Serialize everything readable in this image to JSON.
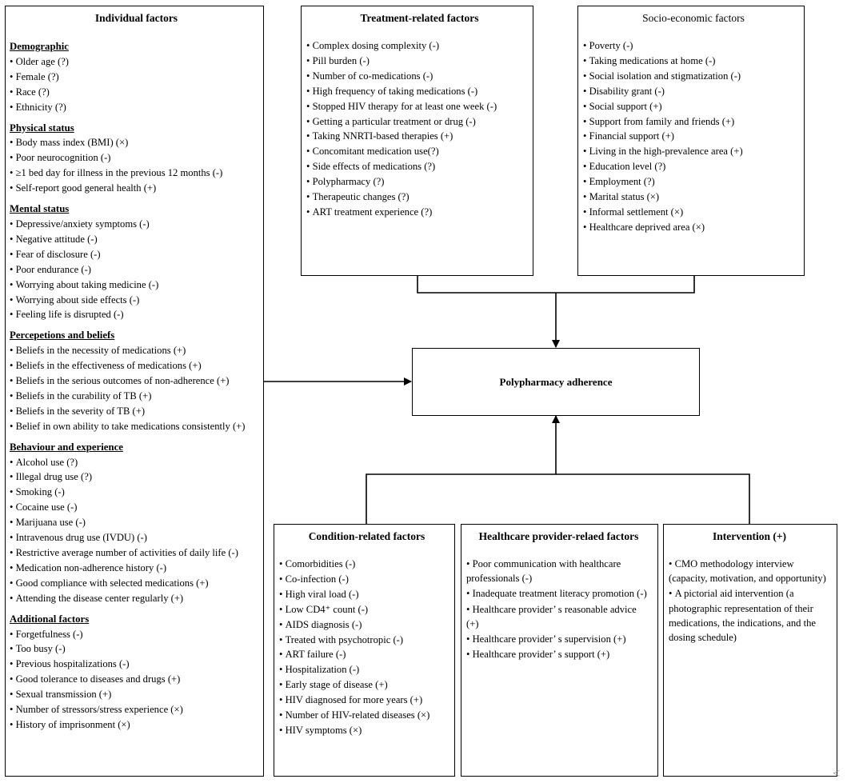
{
  "individual": {
    "title": "Individual factors",
    "sections": [
      {
        "heading": "Demographic",
        "items": [
          "Older age (?)",
          "Female (?)",
          "Race (?)",
          "Ethnicity (?)"
        ]
      },
      {
        "heading": "Physical status",
        "items": [
          "Body mass index (BMI) (×)",
          "Poor neurocognition (-)",
          "≥1 bed day for illness in the previous 12 months (-)",
          "Self-report good general health (+)"
        ]
      },
      {
        "heading": "Mental status",
        "items": [
          "Depressive/anxiety symptoms (-)",
          "Negative attitude (-)",
          "Fear of disclosure (-)",
          "Poor endurance (-)",
          "Worrying about taking medicine (-)",
          "Worrying about side effects (-)",
          "Feeling life is disrupted (-)"
        ]
      },
      {
        "heading": "Percepetions and beliefs",
        "items": [
          "Beliefs in the necessity of medications (+)",
          "Beliefs in the effectiveness of medications (+)",
          "Beliefs in the serious outcomes of non-adherence (+)",
          "Beliefs in the curability of TB (+)",
          "Beliefs in the severity of TB (+)",
          "Belief in own ability to take medications consistently (+)"
        ]
      },
      {
        "heading": "Behaviour and experience",
        "items": [
          "Alcohol use (?)",
          "Illegal drug use (?)",
          "Smoking (-)",
          "Cocaine use (-)",
          "Marijuana use (-)",
          "Intravenous drug use (IVDU) (-)",
          "Restrictive average number of activities of daily life (-)",
          "Medication non-adherence history (-)",
          "Good compliance with selected medications (+)",
          "Attending the disease center regularly (+)"
        ]
      },
      {
        "heading": "Additional factors",
        "items": [
          "Forgetfulness (-)",
          "Too busy (-)",
          "Previous hospitalizations (-)",
          "Good tolerance to diseases and drugs (+)",
          "Sexual transmission (+)",
          "Number of stressors/stress experience (×)",
          "History of imprisonment (×)"
        ]
      }
    ]
  },
  "treatment": {
    "title": "Treatment-related factors",
    "items": [
      "Complex dosing complexity (-)",
      "Pill burden (-)",
      "Number of co-medications (-)",
      "High frequency of taking medications (-)",
      "Stopped HIV therapy for at least one week (-)",
      "Getting a particular treatment or drug (-)",
      "Taking NNRTI-based therapies (+)",
      "Concomitant medication use(?)",
      "Side effects of medications (?)",
      "Polypharmacy (?)",
      "Therapeutic changes (?)",
      "ART treatment experience (?)"
    ]
  },
  "socio": {
    "title": "Socio-economic factors",
    "items": [
      "Poverty (-)",
      "Taking medications at home (-)",
      "Social isolation and stigmatization (-)",
      "Disability grant (-)",
      "Social support (+)",
      "Support from family and friends (+)",
      "Financial support (+)",
      "Living in the high-prevalence area (+)",
      "Education level (?)",
      "Employment (?)",
      "Marital status (×)",
      "Informal settlement (×)",
      "Healthcare deprived area (×)"
    ]
  },
  "center": {
    "label": "Polypharmacy adherence"
  },
  "condition": {
    "title": "Condition-related factors",
    "items": [
      "Comorbidities (-)",
      "Co-infection (-)",
      "High viral load (-)",
      "Low CD4⁺ count (-)",
      "AIDS diagnosis (-)",
      "Treated with psychotropic (-)",
      "ART failure (-)",
      "Hospitalization (-)",
      "Early stage of disease (+)",
      "HIV diagnosed for more years (+)",
      "Number of HIV-related diseases (×)",
      "HIV symptoms (×)"
    ]
  },
  "provider": {
    "title": "Healthcare provider-relaed factors",
    "items": [
      "Poor communication with healthcare professionals (-)",
      "Inadequate treatment literacy promotion (-)",
      "Healthcare provider’ s reasonable advice (+)",
      "Healthcare provider’ s supervision (+)",
      "Healthcare provider’ s support (+)"
    ]
  },
  "intervention": {
    "title": "Intervention (+)",
    "items": [
      "CMO methodology interview (capacity, motivation, and opportunity)",
      "A pictorial aid intervention (a photographic representation of their medications, the indications, and the dosing schedule)"
    ]
  },
  "corner_glyph": "<"
}
